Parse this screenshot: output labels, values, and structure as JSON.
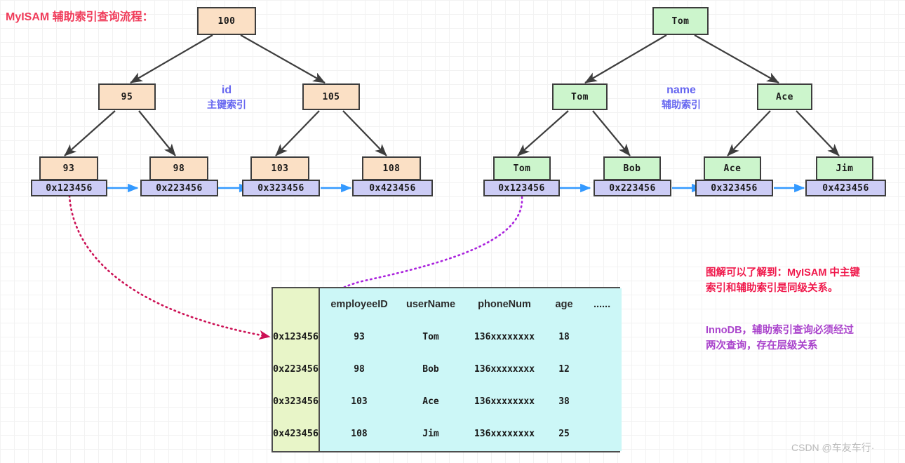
{
  "title": "MyISAM 辅助索引查询流程：",
  "primary_index": {
    "label_line1": "id",
    "label_line2": "主键索引",
    "root": "100",
    "level2": [
      "95",
      "105"
    ],
    "leaves": [
      {
        "key": "93",
        "pointer": "0x123456"
      },
      {
        "key": "98",
        "pointer": "0x223456"
      },
      {
        "key": "103",
        "pointer": "0x323456"
      },
      {
        "key": "108",
        "pointer": "0x423456"
      }
    ]
  },
  "secondary_index": {
    "label_line1": "name",
    "label_line2": "辅助索引",
    "root": "Tom",
    "level2": [
      "Tom",
      "Ace"
    ],
    "leaves": [
      {
        "key": "Tom",
        "pointer": "0x123456"
      },
      {
        "key": "Bob",
        "pointer": "0x223456"
      },
      {
        "key": "Ace",
        "pointer": "0x323456"
      },
      {
        "key": "Jim",
        "pointer": "0x423456"
      }
    ]
  },
  "data_table": {
    "headers": [
      "employeeID",
      "userName",
      "phoneNum",
      "age",
      "......"
    ],
    "pointers": [
      "0x123456",
      "0x223456",
      "0x323456",
      "0x423456"
    ],
    "rows": [
      {
        "employeeID": "93",
        "userName": "Tom",
        "phoneNum": "136xxxxxxxx",
        "age": "18",
        "more": ""
      },
      {
        "employeeID": "98",
        "userName": "Bob",
        "phoneNum": "136xxxxxxxx",
        "age": "12",
        "more": ""
      },
      {
        "employeeID": "103",
        "userName": "Ace",
        "phoneNum": "136xxxxxxxx",
        "age": "38",
        "more": ""
      },
      {
        "employeeID": "108",
        "userName": "Jim",
        "phoneNum": "136xxxxxxxx",
        "age": "25",
        "more": ""
      }
    ]
  },
  "notes": {
    "red_line1": "图解可以了解到：MyISAM 中主键",
    "red_line2": "索引和辅助索引是同级关系。",
    "purple_line1": "InnoDB，辅助索引查询必须经过",
    "purple_line2": "两次查询，存在层级关系"
  },
  "watermark": "CSDN @车友车行·",
  "colors": {
    "title_red": "#f03c5a",
    "note_red": "#f0184b",
    "note_purple": "#aa44cc",
    "index_label_blue": "#6666f0",
    "peach_node": "#fbe0c5",
    "green_node": "#ccf5cc",
    "pointer_lavender": "#ccccf5",
    "table_ptr_col": "#e8f5c8",
    "table_body": "#ccf7f7",
    "link_arrow_blue": "#3399ff",
    "crimson_dotted": "#cc1155",
    "purple_dotted": "#aa22dd"
  }
}
